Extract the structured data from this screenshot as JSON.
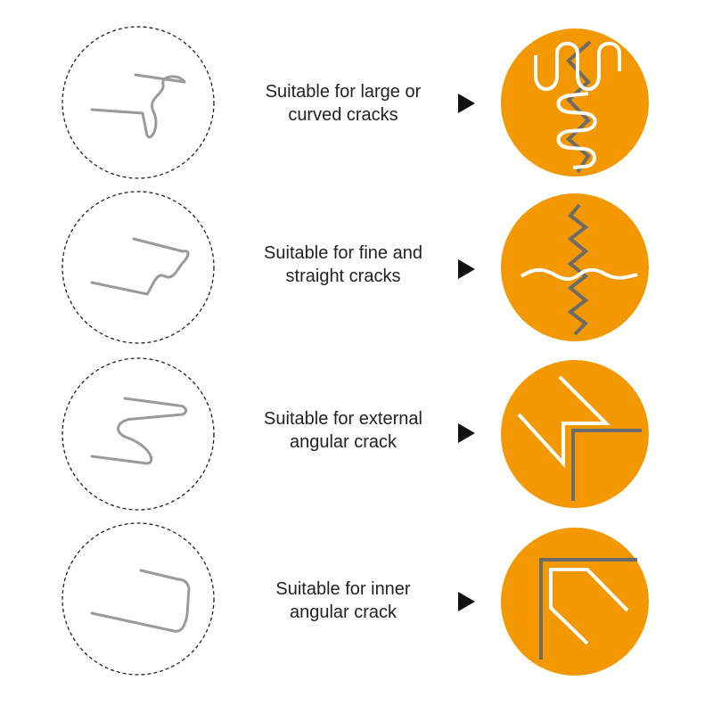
{
  "rows": [
    {
      "label_line1": "Suitable for large or",
      "label_line2": "curved cracks"
    },
    {
      "label_line1": "Suitable for fine and",
      "label_line2": "straight cracks"
    },
    {
      "label_line1": "Suitable for external",
      "label_line2": "angular crack"
    },
    {
      "label_line1": "Suitable for inner",
      "label_line2": "angular crack"
    }
  ],
  "colors": {
    "accent": "#F39800",
    "crack": "#6B6B6B",
    "staple": "#FFFFFF",
    "wire": "#9A9A9A"
  }
}
